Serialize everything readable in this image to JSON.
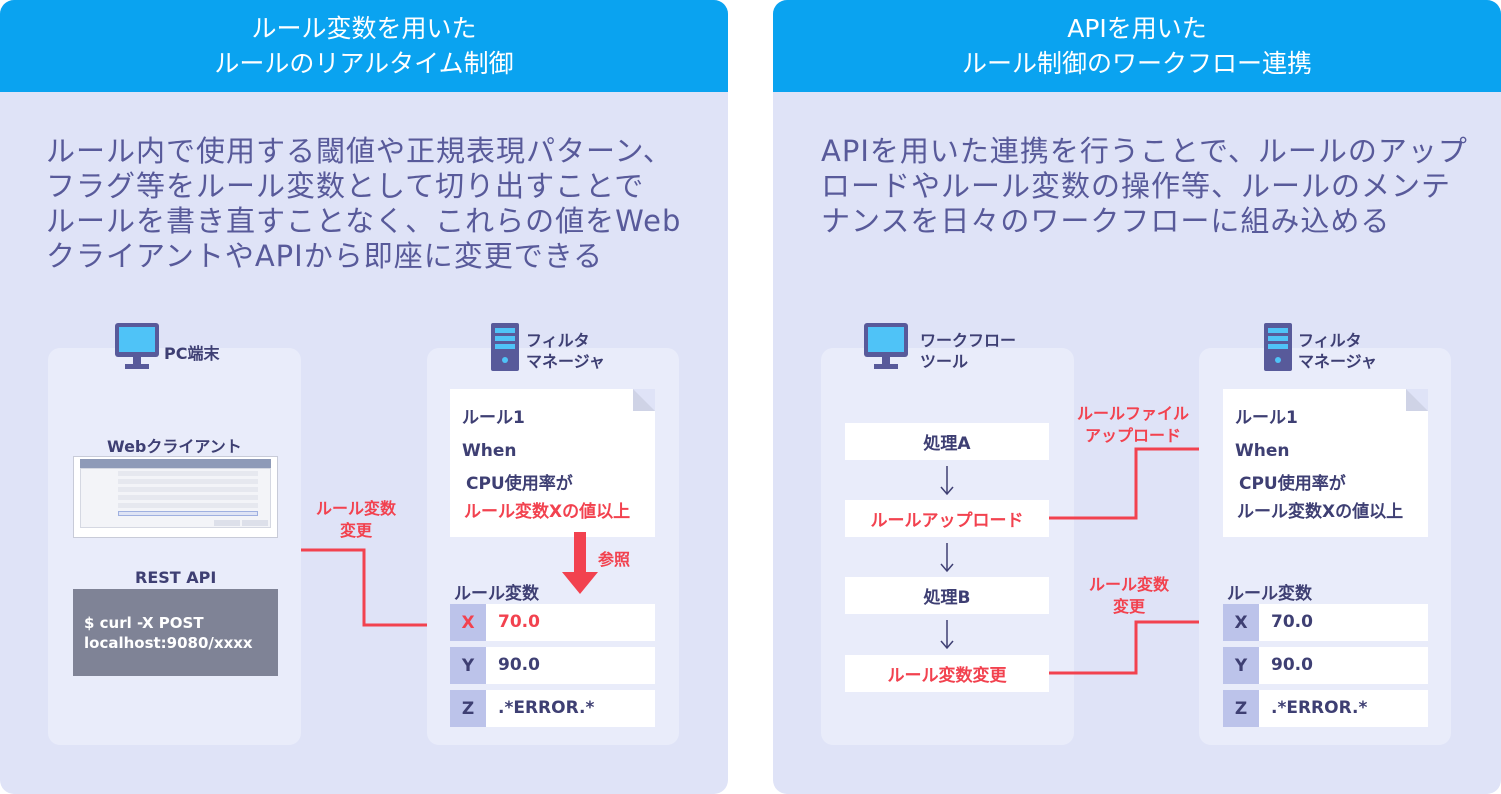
{
  "left_panel": {
    "title_line1": "ルール変数を用いた",
    "title_line2": "ルールのリアルタイム制御",
    "lead": [
      "ルール内で使用する閾値や正規表現パターン、",
      "フラグ等をルール変数として切り出すことで",
      "ルールを書き直すことなく、これらの値をWeb",
      "クライアントやAPIから即座に変更できる"
    ],
    "pc_label": "PC端末",
    "web_client_label": "Webクライアント",
    "rest_api_label": "REST API",
    "curl_line1": "$ curl -X POST",
    "curl_line2": "localhost:9080/xxxx",
    "change_label_line1": "ルール変数",
    "change_label_line2": "変更",
    "reference_label": "参照",
    "filter_manager_line1": "フィルタ",
    "filter_manager_line2": "マネージャ",
    "rule": {
      "name": "ルール1",
      "when": "When",
      "cond1": "CPU使用率が",
      "cond2": "ルール変数Xの値以上"
    },
    "vars_title": "ルール変数",
    "vars": [
      {
        "name": "X",
        "value": "70.0"
      },
      {
        "name": "Y",
        "value": "90.0"
      },
      {
        "name": "Z",
        "value": ".*ERROR.*"
      }
    ]
  },
  "right_panel": {
    "title_line1": "APIを用いた",
    "title_line2": "ルール制御のワークフロー連携",
    "lead": [
      "APIを用いた連携を行うことで、ルールのアップ",
      "ロードやルール変数の操作等、ルールのメンテ",
      "ナンスを日々のワークフローに組み込める"
    ],
    "workflow_tool_line1": "ワークフロー",
    "workflow_tool_line2": "ツール",
    "steps": [
      "処理A",
      "ルールアップロード",
      "処理B",
      "ルール変数変更"
    ],
    "upload_label_line1": "ルールファイル",
    "upload_label_line2": "アップロード",
    "change_label_line1": "ルール変数",
    "change_label_line2": "変更",
    "filter_manager_line1": "フィルタ",
    "filter_manager_line2": "マネージャ",
    "rule": {
      "name": "ルール1",
      "when": "When",
      "cond1": "CPU使用率が",
      "cond2": "ルール変数Xの値以上"
    },
    "vars_title": "ルール変数",
    "vars": [
      {
        "name": "X",
        "value": "70.0"
      },
      {
        "name": "Y",
        "value": "90.0"
      },
      {
        "name": "Z",
        "value": ".*ERROR.*"
      }
    ]
  },
  "colors": {
    "header": "#0aa3f0",
    "panel_bg": "#dfe3f7",
    "text": "#585a9a",
    "accent_red": "#f2424f"
  }
}
